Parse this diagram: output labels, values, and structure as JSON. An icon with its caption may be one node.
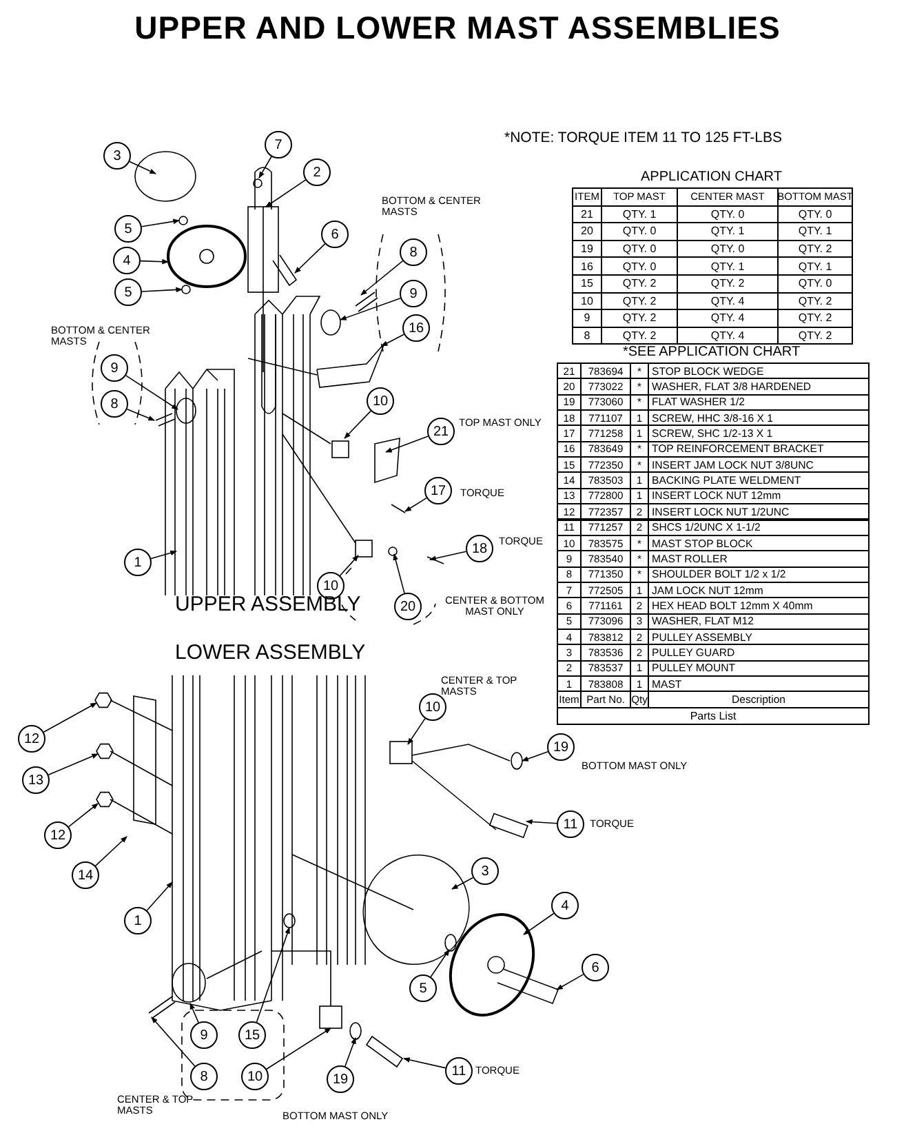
{
  "diagram": {
    "title": "UPPER AND LOWER MAST ASSEMBLIES",
    "nodes": [
      {
        "text": [
          "3"
        ]
      },
      {
        "text": [
          "7"
        ]
      },
      {
        "text": [
          "2"
        ]
      },
      {
        "text": [
          "5"
        ]
      },
      {
        "text": [
          "6"
        ]
      },
      {
        "text": [
          "4"
        ]
      },
      {
        "text": [
          "5"
        ]
      },
      {
        "text": [
          "8"
        ]
      },
      {
        "text": [
          "9"
        ]
      },
      {
        "text": [
          "16"
        ]
      },
      {
        "text": [
          "9"
        ]
      },
      {
        "text": [
          "8"
        ]
      },
      {
        "text": [
          "10"
        ]
      },
      {
        "text": [
          "21"
        ],
        "beside": [
          "TOP MAST ONLY"
        ]
      },
      {
        "text": [
          "17"
        ],
        "beside": [
          "TORQUE"
        ]
      },
      {
        "text": [
          "18"
        ],
        "beside": [
          "TORQUE"
        ]
      },
      {
        "text": [
          "1"
        ]
      },
      {
        "text": [
          "10"
        ]
      },
      {
        "text": [
          "20"
        ]
      },
      {
        "text": [
          "12"
        ]
      },
      {
        "text": [
          "13"
        ]
      },
      {
        "text": [
          "12"
        ]
      },
      {
        "text": [
          "14"
        ]
      },
      {
        "text": [
          "1"
        ]
      },
      {
        "text": [
          "10"
        ]
      },
      {
        "text": [
          "19"
        ]
      },
      {
        "text": [
          "11"
        ],
        "beside": [
          "TORQUE"
        ]
      },
      {
        "text": [
          "3"
        ]
      },
      {
        "text": [
          "4"
        ]
      },
      {
        "text": [
          "5"
        ]
      },
      {
        "text": [
          "6"
        ]
      },
      {
        "text": [
          "9"
        ]
      },
      {
        "text": [
          "15"
        ]
      },
      {
        "text": [
          "8"
        ]
      },
      {
        "text": [
          "10"
        ]
      },
      {
        "text": [
          "19"
        ]
      },
      {
        "text": [
          "11"
        ],
        "beside": [
          "TORQUE"
        ]
      }
    ],
    "edges": [
      {
        "from": 0,
        "to": null,
        "arrow": "to"
      },
      {
        "from": 1,
        "to": null,
        "arrow": "to"
      },
      {
        "from": 2,
        "to": null,
        "arrow": "to"
      },
      {
        "from": 3,
        "to": null,
        "arrow": "to"
      },
      {
        "from": 4,
        "to": null,
        "arrow": "to"
      },
      {
        "from": 5,
        "to": null,
        "arrow": "to"
      },
      {
        "from": 6,
        "to": null,
        "arrow": "to"
      },
      {
        "from": 7,
        "to": null,
        "arrow": "to"
      },
      {
        "from": 8,
        "to": null,
        "arrow": "to"
      },
      {
        "from": 9,
        "to": null,
        "arrow": "to"
      },
      {
        "from": 10,
        "to": null,
        "arrow": "to"
      },
      {
        "from": 11,
        "to": null,
        "arrow": "to"
      },
      {
        "from": 12,
        "to": null,
        "arrow": "to"
      },
      {
        "from": 13,
        "to": null,
        "arrow": "to"
      },
      {
        "from": 14,
        "to": null,
        "arrow": "to"
      },
      {
        "from": 15,
        "to": null,
        "arrow": "to"
      },
      {
        "from": 16,
        "to": null,
        "arrow": "to"
      },
      {
        "from": 17,
        "to": null,
        "arrow": "to"
      },
      {
        "from": 18,
        "to": null,
        "arrow": "to"
      },
      {
        "from": 19,
        "to": null,
        "arrow": "to"
      },
      {
        "from": 20,
        "to": null,
        "arrow": "to"
      },
      {
        "from": 21,
        "to": null,
        "arrow": "to"
      },
      {
        "from": 22,
        "to": null,
        "arrow": "to"
      },
      {
        "from": 23,
        "to": null,
        "arrow": "to"
      },
      {
        "from": 24,
        "to": null,
        "arrow": "to"
      },
      {
        "from": 25,
        "to": null,
        "arrow": "to"
      },
      {
        "from": 26,
        "to": null,
        "arrow": "to"
      },
      {
        "from": 27,
        "to": null,
        "arrow": "to"
      },
      {
        "from": 28,
        "to": null,
        "arrow": "to"
      },
      {
        "from": 29,
        "to": null,
        "arrow": "to"
      },
      {
        "from": 30,
        "to": null,
        "arrow": "to"
      },
      {
        "from": 31,
        "to": null,
        "arrow": "to"
      },
      {
        "from": 32,
        "to": null,
        "arrow": "to"
      },
      {
        "from": 33,
        "to": null,
        "arrow": "to"
      },
      {
        "from": 34,
        "to": null,
        "arrow": "to"
      },
      {
        "from": 35,
        "to": null,
        "arrow": "to"
      },
      {
        "from": 36,
        "to": null,
        "arrow": "to"
      }
    ],
    "labels": [
      "*NOTE: TORQUE ITEM 11 TO 125 FT-LBS",
      "APPLICATION CHART",
      "ITEM",
      "TOP MAST",
      "CENTER MAST",
      "BOTTOM MAST",
      "21",
      "QTY. 1",
      "QTY. 0",
      "QTY. 0",
      "20",
      "QTY. 0",
      "QTY. 1",
      "QTY. 1",
      "19",
      "QTY. 0",
      "QTY. 0",
      "QTY. 2",
      "16",
      "QTY. 0",
      "QTY. 1",
      "QTY. 1",
      "15",
      "QTY. 2",
      "QTY. 2",
      "QTY. 0",
      "10",
      "QTY. 2",
      "QTY. 4",
      "QTY. 2",
      "9",
      "QTY. 2",
      "QTY. 4",
      "QTY. 2",
      "8",
      "QTY. 2",
      "QTY. 4",
      "QTY. 2",
      "*SEE APPLICATION CHART",
      "21",
      "783694",
      "*",
      "STOP BLOCK WEDGE",
      "20",
      "773022",
      "*",
      "WASHER, FLAT 3/8 HARDENED",
      "19",
      "773060",
      "*",
      "FLAT WASHER 1/2",
      "18",
      "771107",
      "1",
      "SCREW, HHC 3/8-16 X 1",
      "17",
      "771258",
      "1",
      "SCREW, SHC 1/2-13 X 1",
      "16",
      "783649",
      "*",
      "TOP REINFORCEMENT BRACKET",
      "15",
      "772350",
      "*",
      "INSERT JAM LOCK NUT 3/8UNC",
      "14",
      "783503",
      "1",
      "BACKING PLATE WELDMENT",
      "13",
      "772800",
      "1",
      "INSERT LOCK NUT 12mm",
      "12",
      "772357",
      "2",
      "INSERT LOCK NUT 1/2UNC",
      "11",
      "771257",
      "2",
      "SHCS 1/2UNC X 1-1/2",
      "10",
      "783575",
      "*",
      "MAST STOP BLOCK",
      "9",
      "783540",
      "*",
      "MAST ROLLER",
      "8",
      "771350",
      "*",
      "SHOULDER BOLT 1/2 x 1/2",
      "7",
      "772505",
      "1",
      "JAM LOCK NUT 12mm",
      "6",
      "771161",
      "2",
      "HEX HEAD BOLT 12mm X 40mm",
      "5",
      "773096",
      "3",
      "WASHER, FLAT M12",
      "4",
      "783812",
      "2",
      "PULLEY ASSEMBLY",
      "3",
      "783536",
      "2",
      "PULLEY GUARD",
      "2",
      "783537",
      "1",
      "PULLEY MOUNT",
      "1",
      "783808",
      "1",
      "MAST",
      "Item",
      "Part No.",
      "Qty",
      "Description",
      "Parts List",
      "BOTTOM & CENTER MASTS",
      "BOTTOM & CENTER MASTS",
      "UPPER ASSEMBLY",
      "CENTER & BOTTOM MAST ONLY",
      "LOWER ASSEMBLY",
      "CENTER & TOP MASTS",
      "BOTTOM MAST ONLY",
      "CENTER & TOP MASTS",
      "BOTTOM MAST ONLY"
    ]
  }
}
